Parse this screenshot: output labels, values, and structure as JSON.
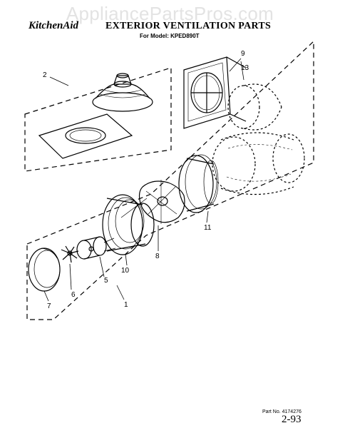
{
  "header": {
    "watermark": "AppliancePartsPros.com",
    "brand": "KitchenAid",
    "title": "EXTERIOR VENTILATION PARTS",
    "model_line": "For Model: KPED890T"
  },
  "callouts": {
    "c1": "1",
    "c2": "2",
    "c5": "5",
    "c6": "6",
    "c7": "7",
    "c8": "8",
    "c9": "9",
    "c10": "10",
    "c11": "11",
    "c13": "13"
  },
  "footer": {
    "part_number": "Part No. 4174276",
    "date_code": "2-93"
  }
}
